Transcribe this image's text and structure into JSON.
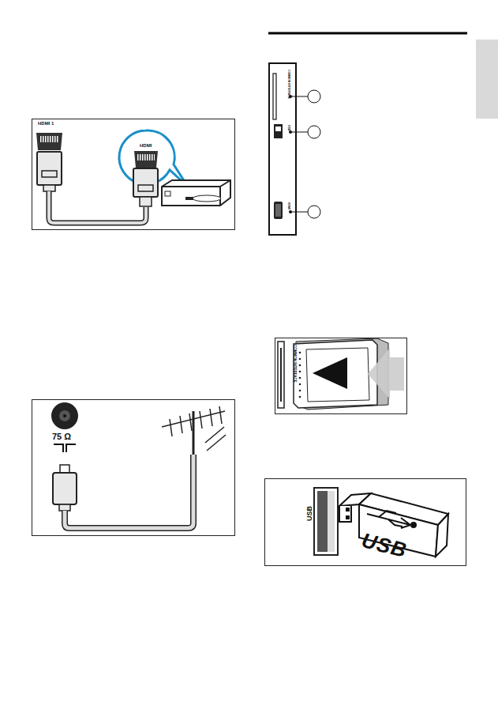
{
  "diagram": {
    "labels": [
      "HDMI 1",
      "HDMI",
      "75 Ω",
      "COMMON INTERFACE",
      "USB",
      "HDMI",
      "COMMON INTERFACE",
      "USB",
      "USB"
    ]
  }
}
